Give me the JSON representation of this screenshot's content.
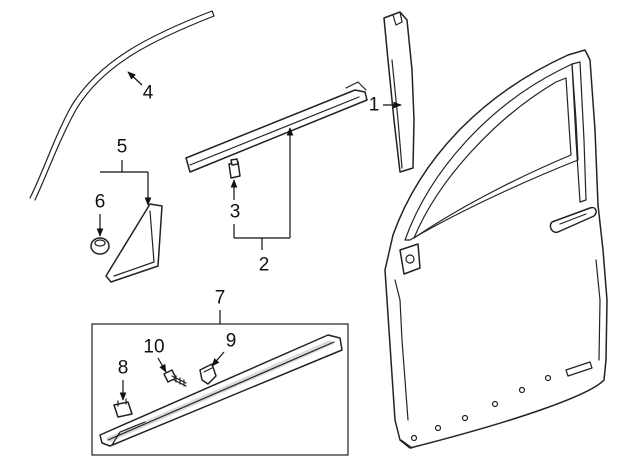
{
  "callouts": {
    "c1": "1",
    "c2": "2",
    "c3": "3",
    "c4": "4",
    "c5": "5",
    "c6": "6",
    "c7": "7",
    "c8": "8",
    "c9": "9",
    "c10": "10"
  },
  "parts": [
    {
      "callout": "1",
      "name": "pillar-applique"
    },
    {
      "callout": "2",
      "name": "belt-molding"
    },
    {
      "callout": "3",
      "name": "molding-clip"
    },
    {
      "callout": "4",
      "name": "roof-drip-molding"
    },
    {
      "callout": "5",
      "name": "mirror-corner-garnish-assembly"
    },
    {
      "callout": "6",
      "name": "garnish-grommet"
    },
    {
      "callout": "7",
      "name": "body-side-molding-assembly"
    },
    {
      "callout": "8",
      "name": "molding-retainer-clip"
    },
    {
      "callout": "9",
      "name": "molding-bracket-clip"
    },
    {
      "callout": "10",
      "name": "molding-bolt"
    }
  ],
  "colors": {
    "line": "#222222",
    "background": "#ffffff"
  }
}
